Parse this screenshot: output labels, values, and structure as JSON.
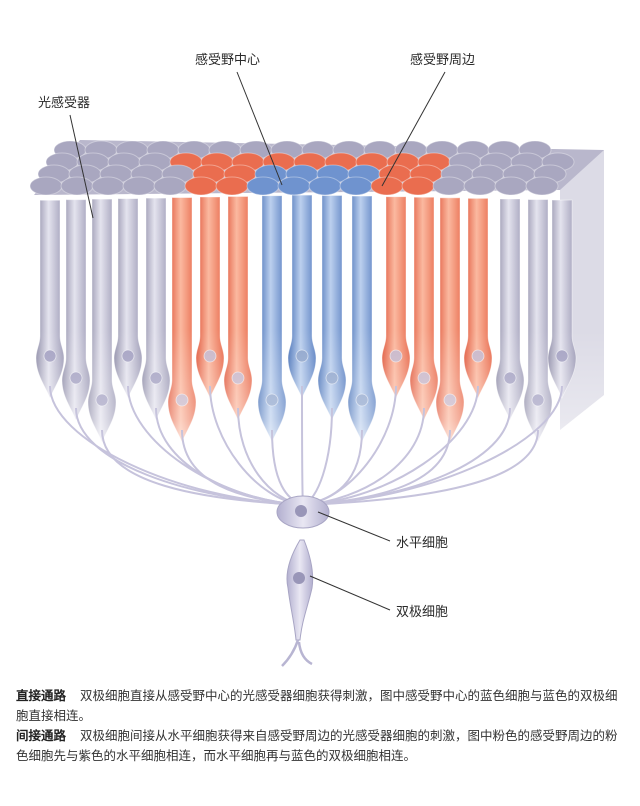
{
  "labels": {
    "photoreceptor": "光感受器",
    "rf_center": "感受野中心",
    "rf_surround": "感受野周边",
    "horizontal_cell": "水平细胞",
    "bipolar_cell": "双极细胞"
  },
  "caption": {
    "direct_term": "直接通路",
    "direct_text": "双极细胞直接从感受野中心的光感受器细胞获得刺激，图中感受野中心的蓝色细胞与蓝色的双极细胞直接相连。",
    "indirect_term": "间接通路",
    "indirect_text": "双极细胞间接从水平细胞获得来自感受野周边的光感受器细胞的刺激，图中粉色的感受野周边的粉色细胞先与紫色的水平细胞相连，而水平细胞再与蓝色的双极细胞相连。"
  },
  "colors": {
    "center_blue": "#6f95cc",
    "surround_orange": "#ef7a5c",
    "photoreceptor_gray": "#b3b1cc",
    "bipolar_lavender": "#ccc9e0"
  }
}
